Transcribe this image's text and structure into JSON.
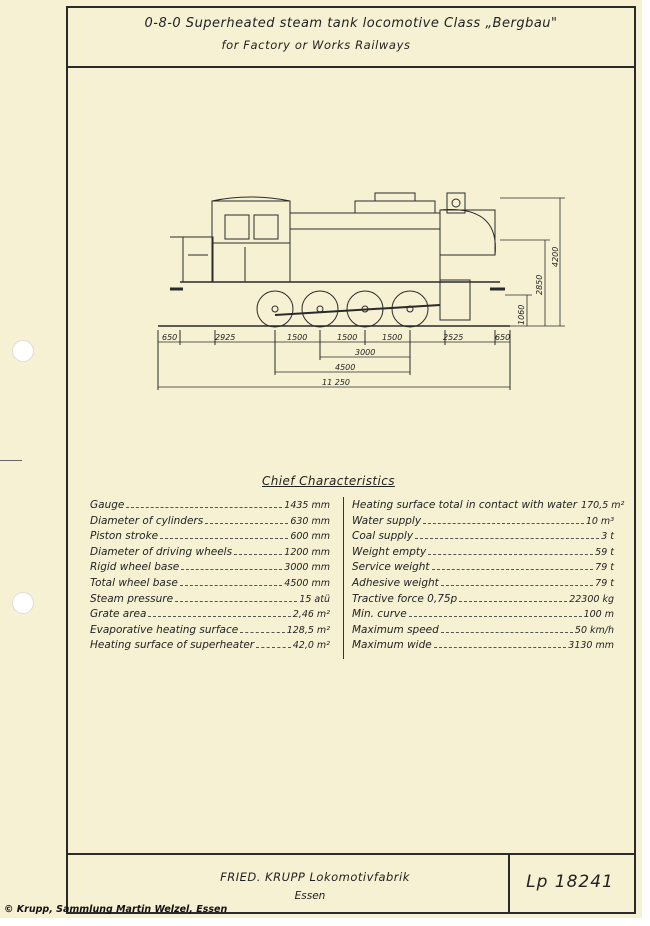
{
  "header": {
    "title": "0-8-0 Superheated steam tank locomotive   Class „Bergbau\"",
    "subtitle": "for Factory or Works Railways"
  },
  "drawing": {
    "dimensions": {
      "d650a": "650",
      "d2925": "2925",
      "d1500a": "1500",
      "d1500b": "1500",
      "d1500c": "1500",
      "d2525": "2525",
      "d650b": "650",
      "d3000": "3000",
      "d4500": "4500",
      "d11250": "11 250",
      "h1060": "1060",
      "h2850": "2850",
      "h4200": "4200"
    }
  },
  "characteristics": {
    "title": "Chief Characteristics",
    "left": [
      {
        "label": "Gauge",
        "value": "1435 mm"
      },
      {
        "label": "Diameter of cylinders",
        "value": "630 mm"
      },
      {
        "label": "Piston stroke",
        "value": "600 mm"
      },
      {
        "label": "Diameter of driving wheels",
        "value": "1200 mm"
      },
      {
        "label": "Rigid wheel base",
        "value": "3000 mm"
      },
      {
        "label": "Total wheel base",
        "value": "4500 mm"
      },
      {
        "label": "Steam pressure",
        "value": "15 atü"
      },
      {
        "label": "Grate area",
        "value": "2,46 m²"
      },
      {
        "label": "Evaporative heating surface",
        "value": "128,5 m²"
      },
      {
        "label": "Heating surface of superheater",
        "value": "42,0 m²"
      }
    ],
    "right": [
      {
        "label": "Heating surface total in contact with water",
        "value": "170,5 m²"
      },
      {
        "label": "Water supply",
        "value": "10 m³"
      },
      {
        "label": "Coal supply",
        "value": "3 t"
      },
      {
        "label": "Weight empty",
        "value": "59 t"
      },
      {
        "label": "Service weight",
        "value": "79 t"
      },
      {
        "label": "Adhesive weight",
        "value": "79 t"
      },
      {
        "label": "Tractive force 0,75p",
        "value": "22300 kg"
      },
      {
        "label": "Min. curve",
        "value": "100 m"
      },
      {
        "label": "Maximum speed",
        "value": "50 km/h"
      },
      {
        "label": "Maximum wide",
        "value": "3130 mm"
      }
    ]
  },
  "footer": {
    "maker": "FRIED. KRUPP Lokomotivfabrik",
    "city": "Essen",
    "drawing_number": "Lp 18241"
  },
  "credit": "© Krupp, Sammlung Martin Welzel, Essen"
}
